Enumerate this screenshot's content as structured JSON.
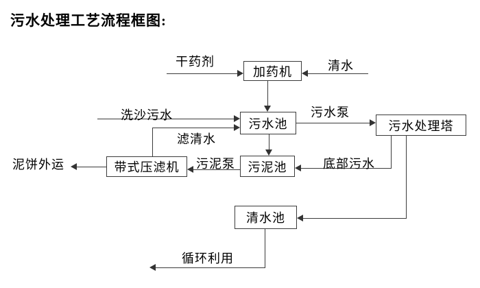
{
  "title": "污水处理工艺流程框图:",
  "nodes": {
    "dosing_machine": "加药机",
    "sewage_pool": "污水池",
    "treatment_tower": "污水处理塔",
    "sludge_pool": "污泥池",
    "belt_filter_press": "带式压滤机",
    "clean_water_pool": "清水池"
  },
  "flow_labels": {
    "dry_chemical": "干药剂",
    "clean_water": "清水",
    "sand_washing_sewage": "洗沙污水",
    "sewage_pump": "污水泵",
    "filtered_water": "滤清水",
    "bottom_sewage": "底部污水",
    "sludge_pump": "污泥泵",
    "mud_cake_transport": "泥饼外运",
    "recycling": "循环利用"
  },
  "edges": [
    {
      "from": "dry-chemical-input",
      "to": "dosing_machine",
      "label": "干药剂"
    },
    {
      "from": "clean-water-input",
      "to": "dosing_machine",
      "label": "清水"
    },
    {
      "from": "dosing_machine",
      "to": "sewage_pool",
      "label": ""
    },
    {
      "from": "sand-washing-sewage-input",
      "to": "sewage_pool",
      "label": "洗沙污水"
    },
    {
      "from": "belt_filter_press",
      "to": "sewage_pool",
      "label": "滤清水"
    },
    {
      "from": "sewage_pool",
      "to": "treatment_tower",
      "label": "污水泵"
    },
    {
      "from": "sewage_pool",
      "to": "sludge_pool",
      "label": ""
    },
    {
      "from": "treatment_tower",
      "to": "sludge_pool",
      "label": "底部污水"
    },
    {
      "from": "sludge_pool",
      "to": "belt_filter_press",
      "label": "污泥泵"
    },
    {
      "from": "belt_filter_press",
      "to": "mud-cake-out",
      "label": "泥饼外运"
    },
    {
      "from": "treatment_tower",
      "to": "clean_water_pool",
      "label": ""
    },
    {
      "from": "clean_water_pool",
      "to": "recycle-out",
      "label": "循环利用"
    }
  ],
  "colors": {
    "line": "#3a3a3a",
    "text": "#000000",
    "background": "#ffffff"
  }
}
